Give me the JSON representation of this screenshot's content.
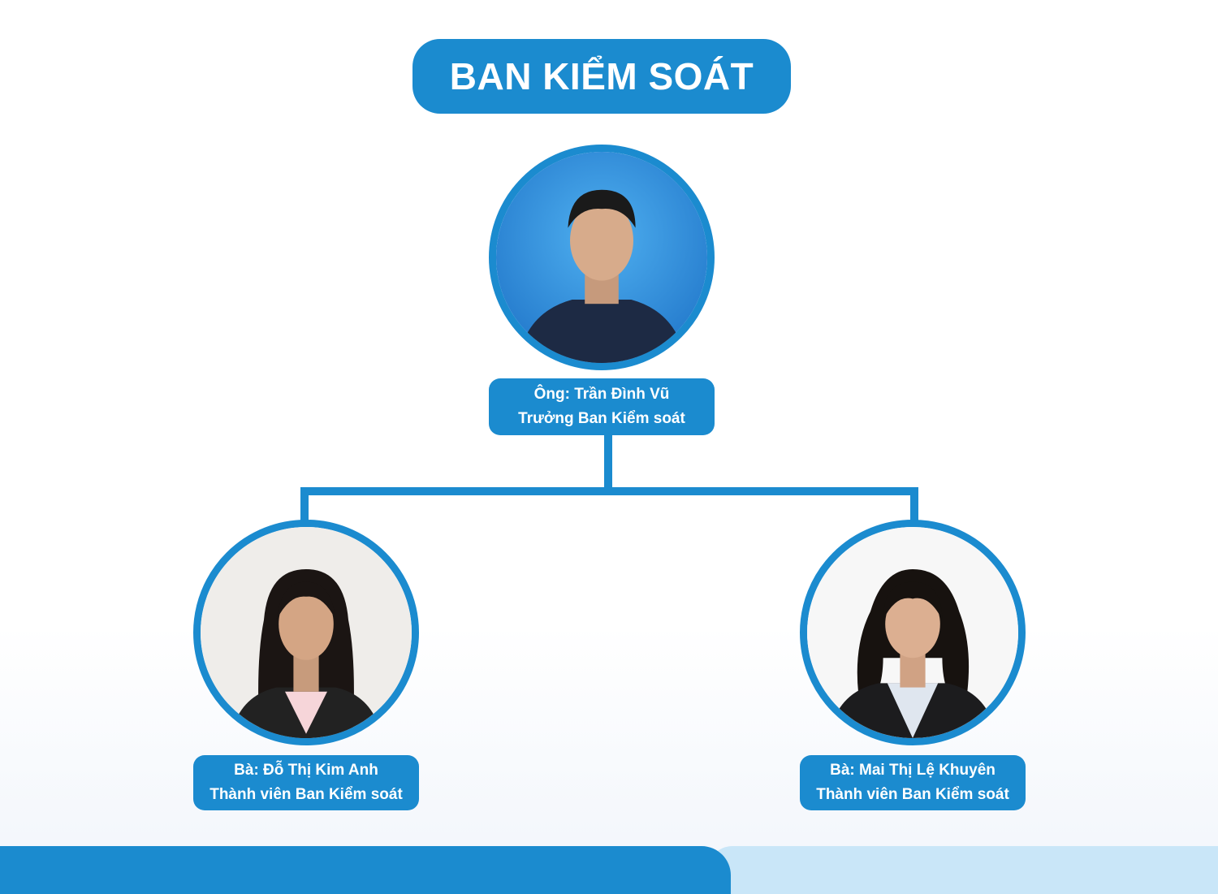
{
  "title": "BAN KIỂM SOÁT",
  "head": {
    "name": "Ông: Trần Đình Vũ",
    "role": "Trưởng Ban Kiểm soát"
  },
  "members": [
    {
      "name": "Bà: Đỗ Thị Kim Anh",
      "role": "Thành viên Ban Kiểm soát"
    },
    {
      "name": "Bà: Mai Thị Lệ Khuyên",
      "role": "Thành viên Ban Kiểm soát"
    }
  ],
  "colors": {
    "accent": "#1b8bcf",
    "footer_light": "#c9e6f8"
  }
}
